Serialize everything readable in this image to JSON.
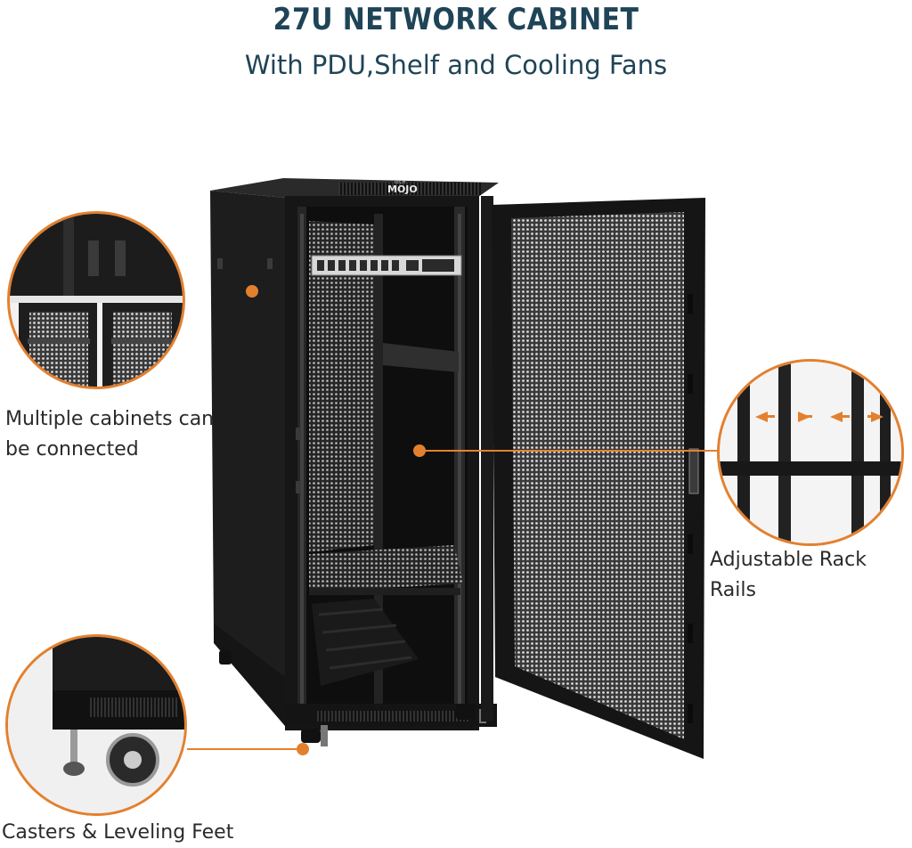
{
  "header": {
    "title": "27U NETWORK CABINET",
    "subtitle": "With PDU,Shelf and Cooling Fans"
  },
  "callouts": {
    "multiple_cabinets_line1": "Multiple cabinets can",
    "multiple_cabinets_line2": "be connected",
    "rack_rails": "Adjustable Rack Rails",
    "casters": "Casters & Leveling Feet"
  },
  "branding": {
    "logo_top": "TECH",
    "logo_main": "MOJO"
  },
  "colors": {
    "accent": "#e3802e",
    "heading": "#1f4457",
    "cabinet": "#1b1b1b"
  }
}
